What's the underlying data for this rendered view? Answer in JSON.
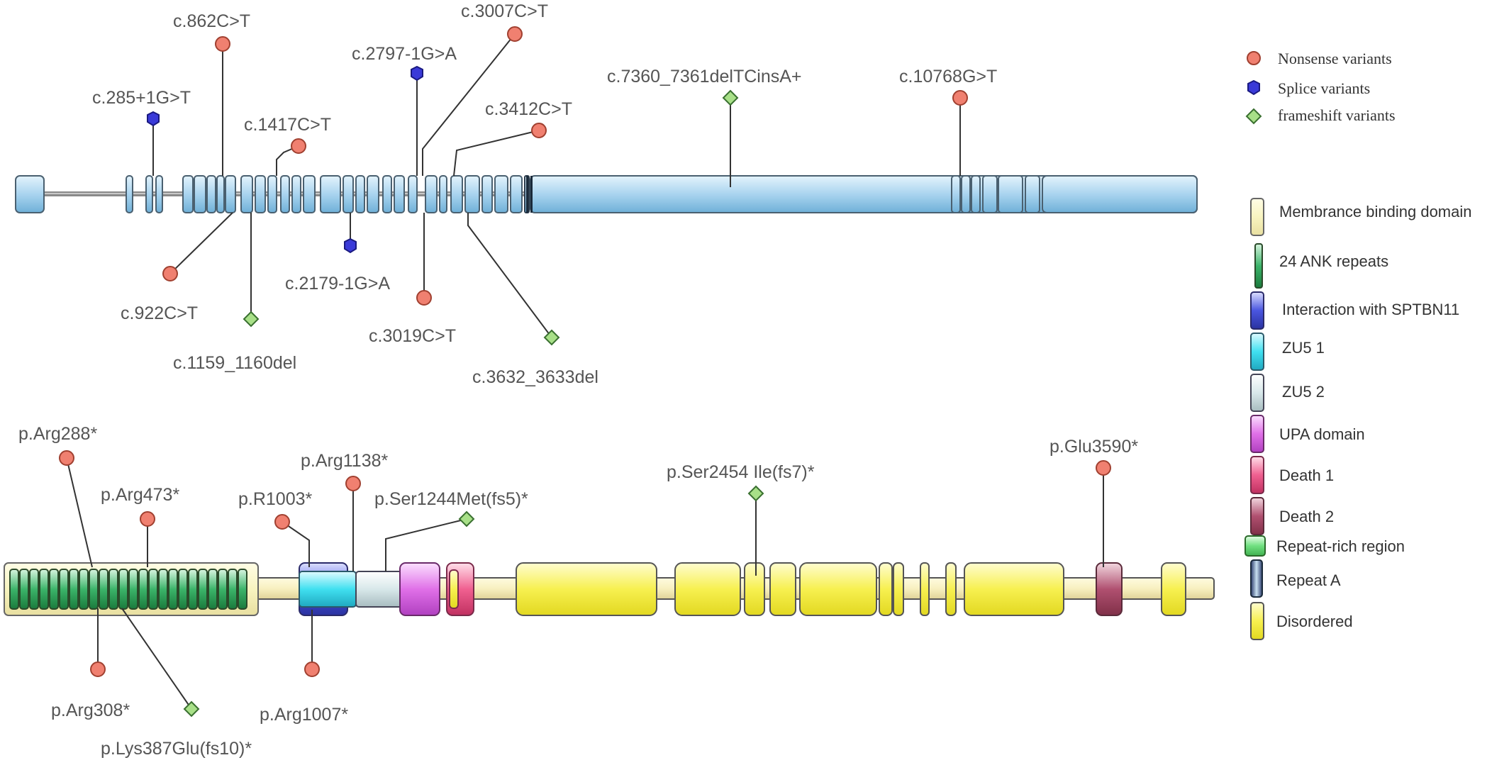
{
  "colors": {
    "nonsense": "#f08070",
    "splice": "#3a3ad8",
    "frameshift": "#a8e088",
    "exon": "#a9d4ef",
    "membrane_binding": "#f8f4c0",
    "ank_repeats": "#3cb46a",
    "sptbn1": "#4a56e0",
    "zu5_1": "#40e0f0",
    "zu5_2": "#d8e8ea",
    "upa": "#e070e8",
    "death1": "#f06090",
    "death2": "#b05070",
    "repeat_rich": "#70e080",
    "repeat_a": "#2a3a6a",
    "disordered": "#f7f050"
  },
  "gene_variants": [
    {
      "label": "c.862C>T",
      "type": "nonsense"
    },
    {
      "label": "c.285+1G>T",
      "type": "splice"
    },
    {
      "label": "c.1417C>T",
      "type": "nonsense"
    },
    {
      "label": "c.922C>T",
      "type": "nonsense"
    },
    {
      "label": "c.1159_1160del",
      "type": "frameshift"
    },
    {
      "label": "c.2797-1G>A",
      "type": "splice"
    },
    {
      "label": "c.3007C>T",
      "type": "nonsense"
    },
    {
      "label": "c.2179-1G>A",
      "type": "splice"
    },
    {
      "label": "c.3019C>T",
      "type": "nonsense"
    },
    {
      "label": "c.3412C>T",
      "type": "nonsense"
    },
    {
      "label": "c.3632_3633del",
      "type": "frameshift"
    },
    {
      "label": "c.7360_7361delTCinsA+",
      "type": "frameshift"
    },
    {
      "label": "c.10768G>T",
      "type": "nonsense"
    }
  ],
  "protein_variants": [
    {
      "label": "p.Arg288*",
      "type": "nonsense"
    },
    {
      "label": "p.Arg473*",
      "type": "nonsense"
    },
    {
      "label": "p.Arg308*",
      "type": "nonsense"
    },
    {
      "label": "p.Lys387Glu(fs10)*",
      "type": "frameshift"
    },
    {
      "label": "p.R1003*",
      "type": "nonsense"
    },
    {
      "label": "p.Arg1138*",
      "type": "nonsense"
    },
    {
      "label": "p.Arg1007*",
      "type": "nonsense"
    },
    {
      "label": "p.Ser1244Met(fs5)*",
      "type": "frameshift"
    },
    {
      "label": "p.Ser2454 Ile(fs7)*",
      "type": "frameshift"
    },
    {
      "label": "p.Glu3590*",
      "type": "nonsense"
    }
  ],
  "legend_variants": [
    {
      "label": "Nonsense variants",
      "type": "nonsense"
    },
    {
      "label": "Splice variants",
      "type": "splice"
    },
    {
      "label": "frameshift variants",
      "type": "frameshift"
    }
  ],
  "legend_domains": [
    {
      "label": "Membrance binding domain",
      "color_key": "membrane_binding"
    },
    {
      "label": "24 ANK repeats",
      "color_key": "ank_repeats"
    },
    {
      "label": "Interaction with SPTBN11",
      "color_key": "sptbn1"
    },
    {
      "label": "ZU5 1",
      "color_key": "zu5_1"
    },
    {
      "label": "ZU5 2",
      "color_key": "zu5_2"
    },
    {
      "label": "UPA domain",
      "color_key": "upa"
    },
    {
      "label": "Death 1",
      "color_key": "death1"
    },
    {
      "label": "Death 2",
      "color_key": "death2"
    },
    {
      "label": "Repeat-rich region",
      "color_key": "repeat_rich"
    },
    {
      "label": "Repeat A",
      "color_key": "repeat_a"
    },
    {
      "label": "Disordered",
      "color_key": "disordered"
    }
  ]
}
